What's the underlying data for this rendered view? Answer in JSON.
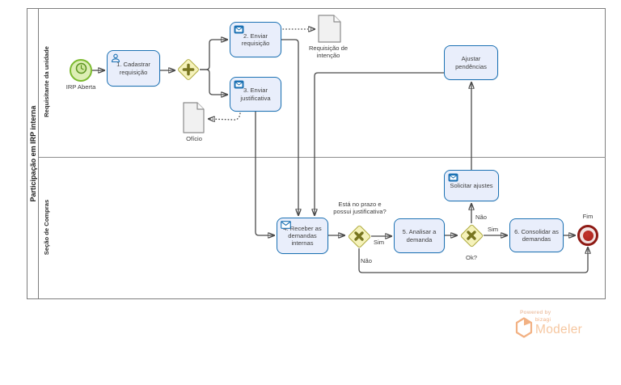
{
  "colors": {
    "task_border": "#1d72b4",
    "task_fill": "#e9eefb",
    "gateway_border": "#aeaa3e",
    "gateway_fill": "#f5f2ba",
    "gateway_marker": "#77751f",
    "start_ring": "#7cba2f",
    "start_fill": "#ddeeb5",
    "start_glyph": "#5d9421",
    "end_ring": "#8e1a14",
    "end_fill": "#a8211b",
    "end_bg": "#f2e3e2",
    "doc_border": "#8c8c8c",
    "doc_fill": "#f1f1f1",
    "line": "#4a4a4a",
    "brand_orange": "#f6c7a0",
    "brand_orange_dark": "#f2b183"
  },
  "pool": {
    "title": "Participação em IRP interna"
  },
  "lanes": [
    {
      "name": "Requisitante da unidade"
    },
    {
      "name": "Seção de Compras"
    }
  ],
  "events": {
    "start": {
      "label": "IRP Aberta",
      "type": "timer-start"
    },
    "end": {
      "label": "Fim",
      "type": "end"
    }
  },
  "tasks": {
    "cadastrar": {
      "label": "1. Cadastrar requisição",
      "icon": "user-icon"
    },
    "enviar_requisicao": {
      "label": "2. Enviar requisição",
      "icon": "send-message-icon"
    },
    "enviar_justificativa": {
      "label": "3. Enviar justificativa",
      "icon": "send-message-icon"
    },
    "receber": {
      "label": "4. Receber as demandas internas",
      "icon": "receive-message-icon"
    },
    "analisar": {
      "label": "5. Analisar a demanda"
    },
    "consolidar": {
      "label": "6. Consolidar as demandas"
    },
    "ajustar": {
      "label": "Ajustar pendências"
    },
    "solicitar": {
      "label": "Solicitar ajustes",
      "icon": "send-message-icon"
    }
  },
  "gateways": {
    "parallel": {
      "type": "parallel",
      "marker": "plus"
    },
    "g1": {
      "type": "exclusive",
      "question": "Está no prazo e possui justificativa?",
      "yes": "Sim",
      "no": "Não"
    },
    "g2": {
      "type": "exclusive",
      "question": "Ok?",
      "yes": "Sim",
      "no": "Não"
    }
  },
  "documents": {
    "requisicao": {
      "label": "Requisição de intenção"
    },
    "oficio": {
      "label": "Ofício"
    }
  },
  "branding": {
    "powered_by": "Powered by",
    "brand": "bizagi",
    "product": "Modeler"
  }
}
